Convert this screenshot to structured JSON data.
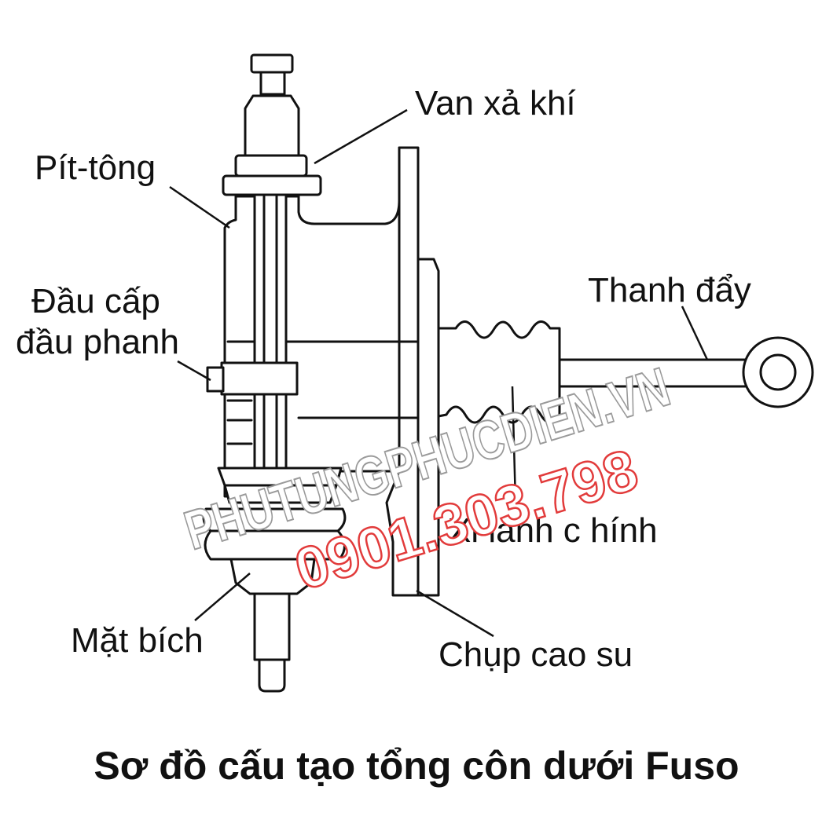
{
  "labels": {
    "bleed_valve": "Van xả khí",
    "piston": "Pít-tông",
    "brake_clamp_line1": "Đầu cấp",
    "brake_clamp_line2": "đầu phanh",
    "push_rod": "Thanh đẩy",
    "master_cylinder": "Xi lanh c hính",
    "flange": "Mặt bích",
    "rubber_boot": "Chụp cao su"
  },
  "caption": "Sơ đồ cấu tạo tổng côn dưới Fuso",
  "watermark": {
    "site": "PHUTUNGPHUCDIEN.VN",
    "phone": "0901.303.798",
    "phone_color": "#e23b3b"
  }
}
